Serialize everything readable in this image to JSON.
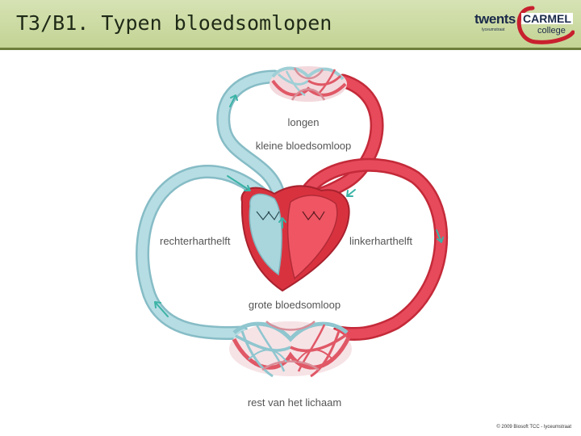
{
  "header": {
    "title": "T3/B1. Typen bloedsomlopen",
    "logo": {
      "word1": "twents",
      "tagline": "lyceumstraat",
      "word2": "CARMEL",
      "word3": "college"
    }
  },
  "diagram": {
    "labels": {
      "lungs": "longen",
      "small_circulation": "kleine bloedsomloop",
      "right_heart": "rechterharthelft",
      "left_heart": "linkerharthelft",
      "large_circulation": "grote bloedsomloop",
      "body": "rest van het lichaam"
    },
    "colors": {
      "deoxygenated": "#a9d6dd",
      "oxygenated": "#e0384a",
      "arrow": "#3bb3a6"
    }
  },
  "footer": {
    "copyright": "© 2009 Biosoft TCC - lyceumstraat"
  }
}
